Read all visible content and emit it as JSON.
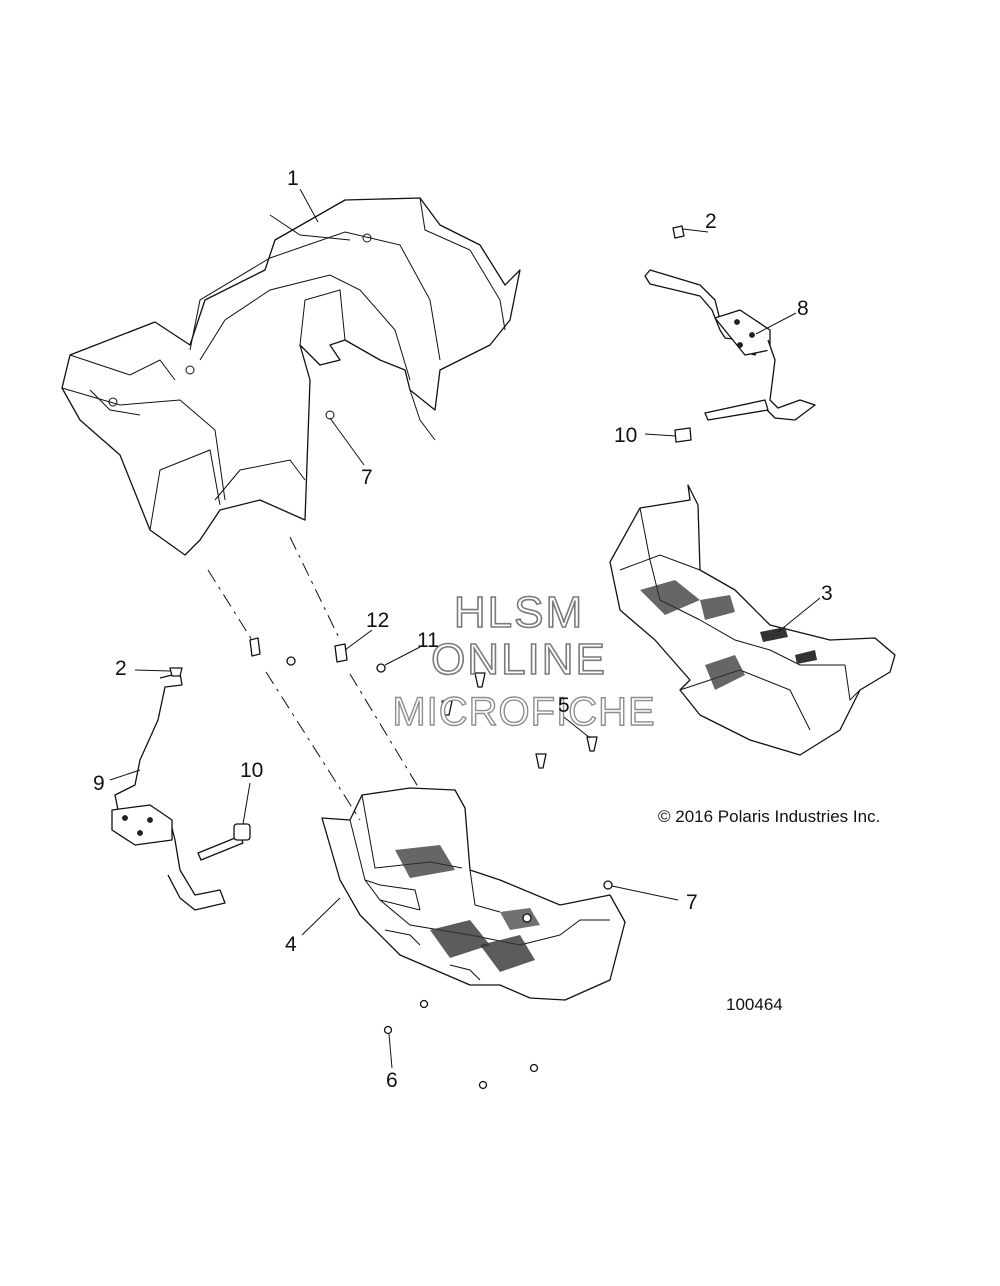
{
  "watermark": {
    "line1": "HLSM",
    "line2": "ONLINE",
    "line3": "MICROFICHE"
  },
  "copyright": "© 2016 Polaris Industries Inc.",
  "figure_number": "100464",
  "callouts": {
    "c1": "1",
    "c2a": "2",
    "c8": "8",
    "c10a": "10",
    "c7a": "7",
    "c3": "3",
    "c12": "12",
    "c11": "11",
    "c2b": "2",
    "c5": "5",
    "c9": "9",
    "c10b": "10",
    "c7b": "7",
    "c4": "4",
    "c6": "6"
  }
}
